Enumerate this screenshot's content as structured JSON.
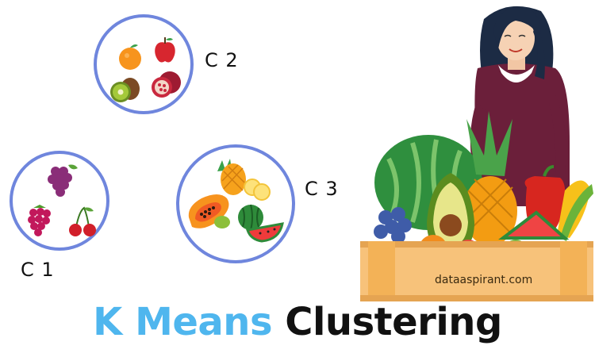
{
  "clusters": [
    {
      "label": "C 1",
      "items": [
        "grapes-icon",
        "raspberry-icon",
        "cherries-icon"
      ]
    },
    {
      "label": "C 2",
      "items": [
        "orange-icon",
        "apple-icon",
        "kiwi-icon",
        "pomegranate-icon"
      ]
    },
    {
      "label": "C 3",
      "items": [
        "pineapple-icon",
        "papaya-icon",
        "watermelon-icon"
      ]
    }
  ],
  "title": {
    "part1": "K Means",
    "part2": "Clustering"
  },
  "watermark": "dataaspirant.com",
  "colors": {
    "cluster_ring": "#6f86dd",
    "title_accent": "#4fb6ee",
    "title_dark": "#111111"
  }
}
